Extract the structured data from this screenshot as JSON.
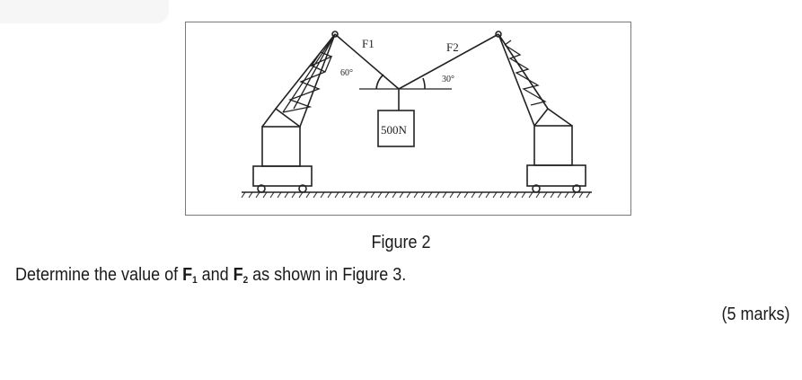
{
  "figure": {
    "labels": {
      "f1": "F1",
      "f2": "F2",
      "angle_left": "60°",
      "angle_right": "30°",
      "load": "500N"
    },
    "caption": "Figure 2"
  },
  "question": {
    "prefix": "Determine the value of ",
    "f1_letter": "F",
    "f1_sub": "1",
    "middle": " and ",
    "f2_letter": "F",
    "f2_sub": "2",
    "suffix": " as shown in Figure 3."
  },
  "marks": "(5 marks)"
}
